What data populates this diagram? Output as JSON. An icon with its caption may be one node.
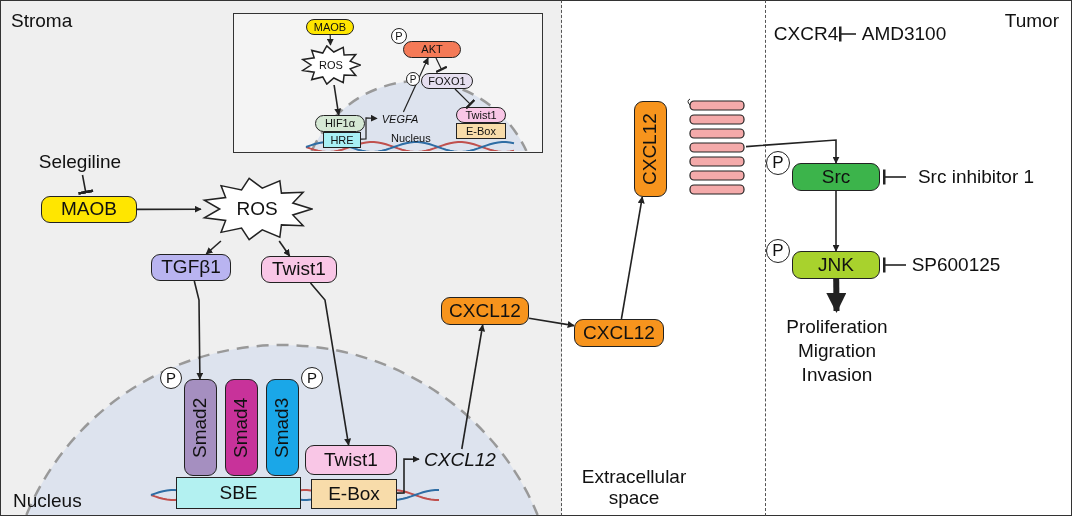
{
  "diagram": {
    "nodes": [
      {
        "text": [
          "Stroma"
        ]
      },
      {
        "text": [],
        "shape": "box",
        "in": 0
      },
      {
        "text": [
          "MAOB"
        ],
        "in": 1
      },
      {
        "text": [
          "ROS"
        ],
        "in": 1
      },
      {
        "text": [
          "AKT"
        ],
        "beside": [
          "P"
        ],
        "in": 1
      },
      {
        "text": [
          "Nucleus"
        ],
        "in": 1
      },
      {
        "text": [
          "HIF1α"
        ],
        "in": 5
      },
      {
        "text": [
          "HRE"
        ],
        "in": 5
      },
      {
        "text": [
          "VEGFA"
        ],
        "in": 5
      },
      {
        "text": [
          "FOXO1"
        ],
        "beside": [
          "P"
        ],
        "in": 1
      },
      {
        "text": [
          "Twist1"
        ],
        "in": 5
      },
      {
        "text": [
          "E-Box"
        ],
        "in": 5
      },
      {
        "text": [
          "Selegiline"
        ],
        "in": 0
      },
      {
        "text": [
          "MAOB"
        ],
        "in": 0
      },
      {
        "text": [
          "ROS"
        ],
        "in": 0
      },
      {
        "text": [
          "TGFβ1"
        ],
        "in": 0
      },
      {
        "text": [
          "Twist1"
        ],
        "in": 0
      },
      {
        "text": [
          "CXCL12"
        ],
        "in": 0
      },
      {
        "text": [
          "Nucleus"
        ],
        "in": 0
      },
      {
        "text": [
          "Smad2"
        ],
        "beside": [
          "P"
        ],
        "in": 18
      },
      {
        "text": [
          "Smad4"
        ],
        "in": 18
      },
      {
        "text": [
          "Smad3"
        ],
        "beside": [
          "P"
        ],
        "in": 18
      },
      {
        "text": [
          "SBE"
        ],
        "in": 18
      },
      {
        "text": [
          "Twist1"
        ],
        "in": 18
      },
      {
        "text": [
          "E-Box"
        ],
        "in": 18
      },
      {
        "text": [
          "CXCL12"
        ],
        "in": 18
      },
      {
        "text": [
          "Extracellular space"
        ]
      },
      {
        "text": [
          "CXCL12"
        ],
        "in": 26
      },
      {
        "text": [
          "CXCL12"
        ],
        "in": 26
      },
      {
        "text": [],
        "shape": "picture",
        "in": 26
      },
      {
        "text": [
          "Tumor"
        ]
      },
      {
        "text": [
          "CXCR4"
        ],
        "in": 30
      },
      {
        "text": [
          "AMD3100"
        ],
        "in": 30
      },
      {
        "text": [
          "Src"
        ],
        "beside": [
          "P"
        ],
        "in": 30
      },
      {
        "text": [
          "Src inhibitor 1"
        ],
        "in": 30
      },
      {
        "text": [
          "JNK"
        ],
        "beside": [
          "P"
        ],
        "in": 30
      },
      {
        "text": [
          "SP600125"
        ],
        "in": 30
      },
      {
        "text": [
          "Proliferation Migration Invasion"
        ],
        "in": 30
      }
    ],
    "edges": [
      {
        "from": 2,
        "to": 3,
        "arrow": "to"
      },
      {
        "from": 3,
        "to": 6,
        "arrow": "to"
      },
      {
        "from": 7,
        "to": 8,
        "arrow": "to"
      },
      {
        "from": 8,
        "to": 4,
        "arrow": "to"
      },
      {
        "from": 4,
        "to": 9,
        "arrow": "other"
      },
      {
        "from": 9,
        "to": 10,
        "arrow": "other"
      },
      {
        "from": 12,
        "to": 13,
        "arrow": "other"
      },
      {
        "from": 13,
        "to": 14,
        "arrow": "to"
      },
      {
        "from": 14,
        "to": 15,
        "arrow": "to"
      },
      {
        "from": 14,
        "to": 16,
        "arrow": "to"
      },
      {
        "from": 15,
        "to": 19,
        "arrow": "to"
      },
      {
        "from": 16,
        "to": 23,
        "arrow": "to"
      },
      {
        "from": 24,
        "to": 25,
        "arrow": "to"
      },
      {
        "from": 25,
        "to": 17,
        "arrow": "to"
      },
      {
        "from": 17,
        "to": 27,
        "arrow": "to"
      },
      {
        "from": 27,
        "to": 28,
        "arrow": "to"
      },
      {
        "from": 32,
        "to": 31,
        "arrow": "other"
      },
      {
        "from": 29,
        "to": 33,
        "arrow": "to"
      },
      {
        "from": 34,
        "to": 33,
        "arrow": "other"
      },
      {
        "from": 33,
        "to": 35,
        "arrow": "to"
      },
      {
        "from": 36,
        "to": 35,
        "arrow": "other"
      },
      {
        "from": 35,
        "to": 37,
        "arrow": "to",
        "style": "thick"
      }
    ]
  }
}
